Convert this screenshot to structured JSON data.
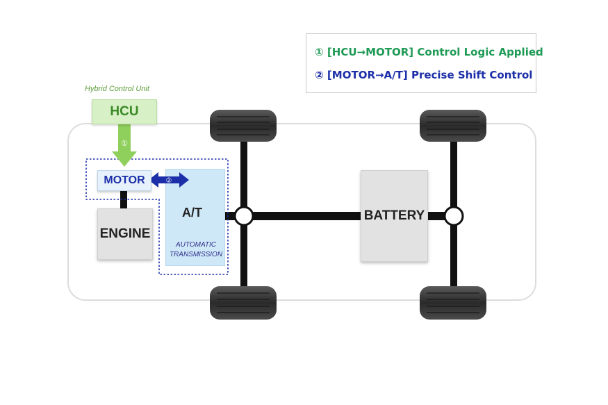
{
  "legend": {
    "item1": "① [HCU→MOTOR] Control Logic Applied",
    "item2": "② [MOTOR→A/T] Precise Shift Control"
  },
  "hcu": {
    "caption": "Hybrid Control Unit",
    "label": "HCU",
    "arrow_number": "①"
  },
  "motor": {
    "label": "MOTOR",
    "arrow_number": "②"
  },
  "transmission": {
    "label": "A/T",
    "caption_line1": "AUTOMATIC",
    "caption_line2": "TRANSMISSION"
  },
  "engine": {
    "label": "ENGINE"
  },
  "battery": {
    "label": "BATTERY"
  },
  "colors": {
    "hcu_green": "#8fcf5c",
    "motor_blue": "#1c2fa8",
    "legend_green": "#1f9a55",
    "tire": "#3a3a3a"
  }
}
